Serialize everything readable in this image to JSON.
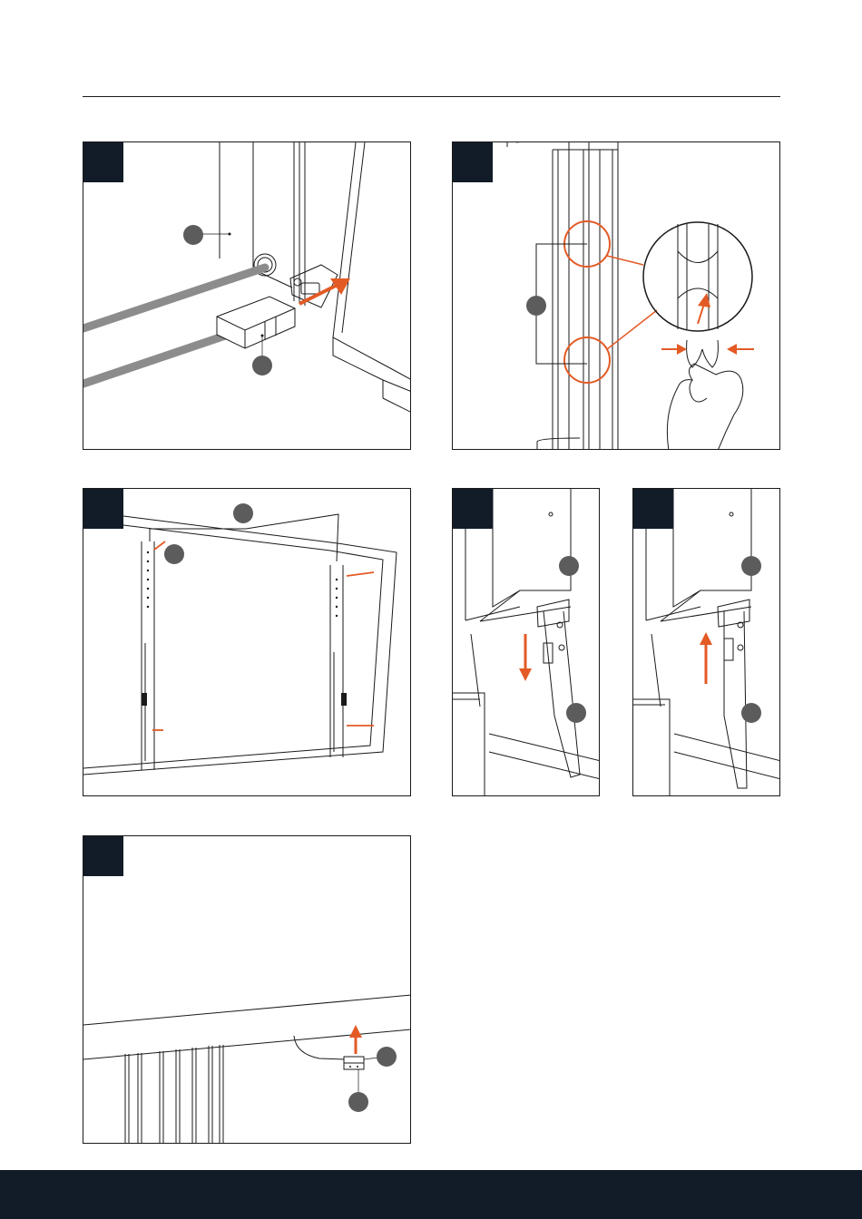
{
  "document": {
    "steps": [
      {
        "id": "step-1",
        "label": ""
      },
      {
        "id": "step-2",
        "label": ""
      },
      {
        "id": "step-3",
        "label": ""
      },
      {
        "id": "step-4a",
        "label": ""
      },
      {
        "id": "step-4b",
        "label": ""
      },
      {
        "id": "step-5",
        "label": ""
      }
    ]
  },
  "colors": {
    "accent_orange": "#e35a25",
    "navy": "#121c28",
    "callout_gray": "#5c5c5c",
    "line": "#1a1a1a"
  },
  "icons": [
    "callout-circle",
    "arrow-indicator",
    "magnifier-detail",
    "hand-pinch"
  ]
}
